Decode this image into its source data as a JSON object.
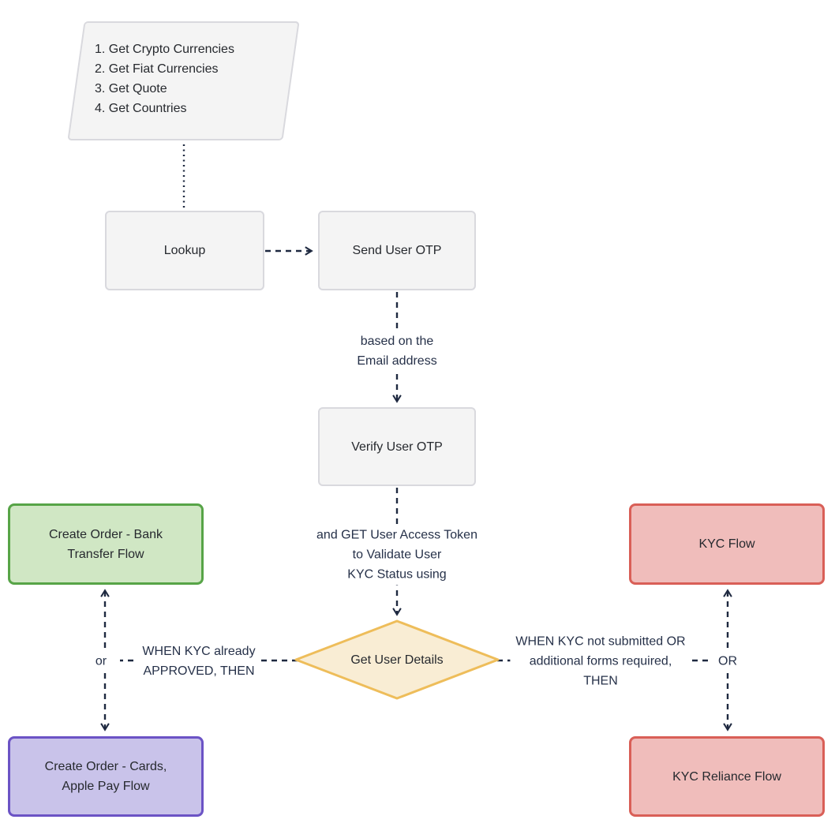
{
  "colors": {
    "canvas_bg": "#ffffff",
    "line": "#1e2940",
    "node_text": "#26292e",
    "edge_label_text": "#263149",
    "gray_fill": "#f4f4f4",
    "gray_border": "#d9d9de",
    "green_fill": "#d0e7c4",
    "green_border": "#57a447",
    "purple_fill": "#c9c3ea",
    "purple_border": "#6b53c5",
    "red_fill": "#f0bdbb",
    "red_border": "#d95f57",
    "yellow_fill": "#f9edd4",
    "yellow_border": "#eebd5a"
  },
  "nodes": {
    "api_list": {
      "label": "1. Get Crypto Currencies\n2. Get Fiat Currencies\n3. Get Quote\n4. Get Countries",
      "shape": "parallelogram"
    },
    "lookup": {
      "label": "Lookup",
      "shape": "rect"
    },
    "send_user_otp": {
      "label": "Send User OTP",
      "shape": "rect"
    },
    "verify_user_otp": {
      "label": "Verify User OTP",
      "shape": "rect"
    },
    "get_user_details": {
      "label": "Get User Details",
      "shape": "diamond"
    },
    "create_order_bank": {
      "label": "Create Order - Bank\nTransfer Flow",
      "shape": "rect"
    },
    "create_order_cards": {
      "label": "Create Order - Cards,\nApple Pay Flow",
      "shape": "rect"
    },
    "kyc_flow": {
      "label": "KYC Flow",
      "shape": "rect"
    },
    "kyc_reliance_flow": {
      "label": "KYC Reliance Flow",
      "shape": "rect"
    }
  },
  "edge_labels": {
    "email_basis": "based on the\nEmail address",
    "access_token": "and GET User Access Token\nto Validate User\nKYC Status using",
    "kyc_approved": "WHEN KYC already\nAPPROVED, THEN",
    "kyc_not_submitted": "WHEN KYC not submitted OR\nadditional forms required,\nTHEN",
    "or_left": "or",
    "or_right": "OR"
  }
}
